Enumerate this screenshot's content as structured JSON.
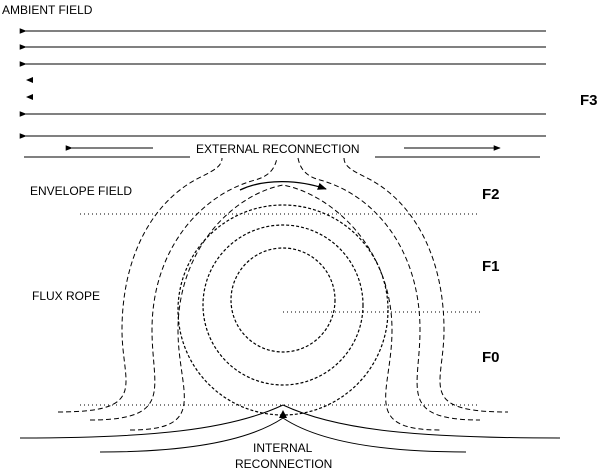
{
  "labels": {
    "ambient_field": "AMBIENT FIELD",
    "external_reconnection": "EXTERNAL  RECONNECTION",
    "envelope_field": "ENVELOPE FIELD",
    "flux_rope": "FLUX ROPE",
    "internal_reconnection_line1": "INTERNAL",
    "internal_reconnection_line2": "RECONNECTION"
  },
  "regions": {
    "f3": "F3",
    "f2": "F2",
    "f1": "F1",
    "f0": "F0"
  },
  "colors": {
    "ink": "#000000",
    "background": "#ffffff"
  }
}
